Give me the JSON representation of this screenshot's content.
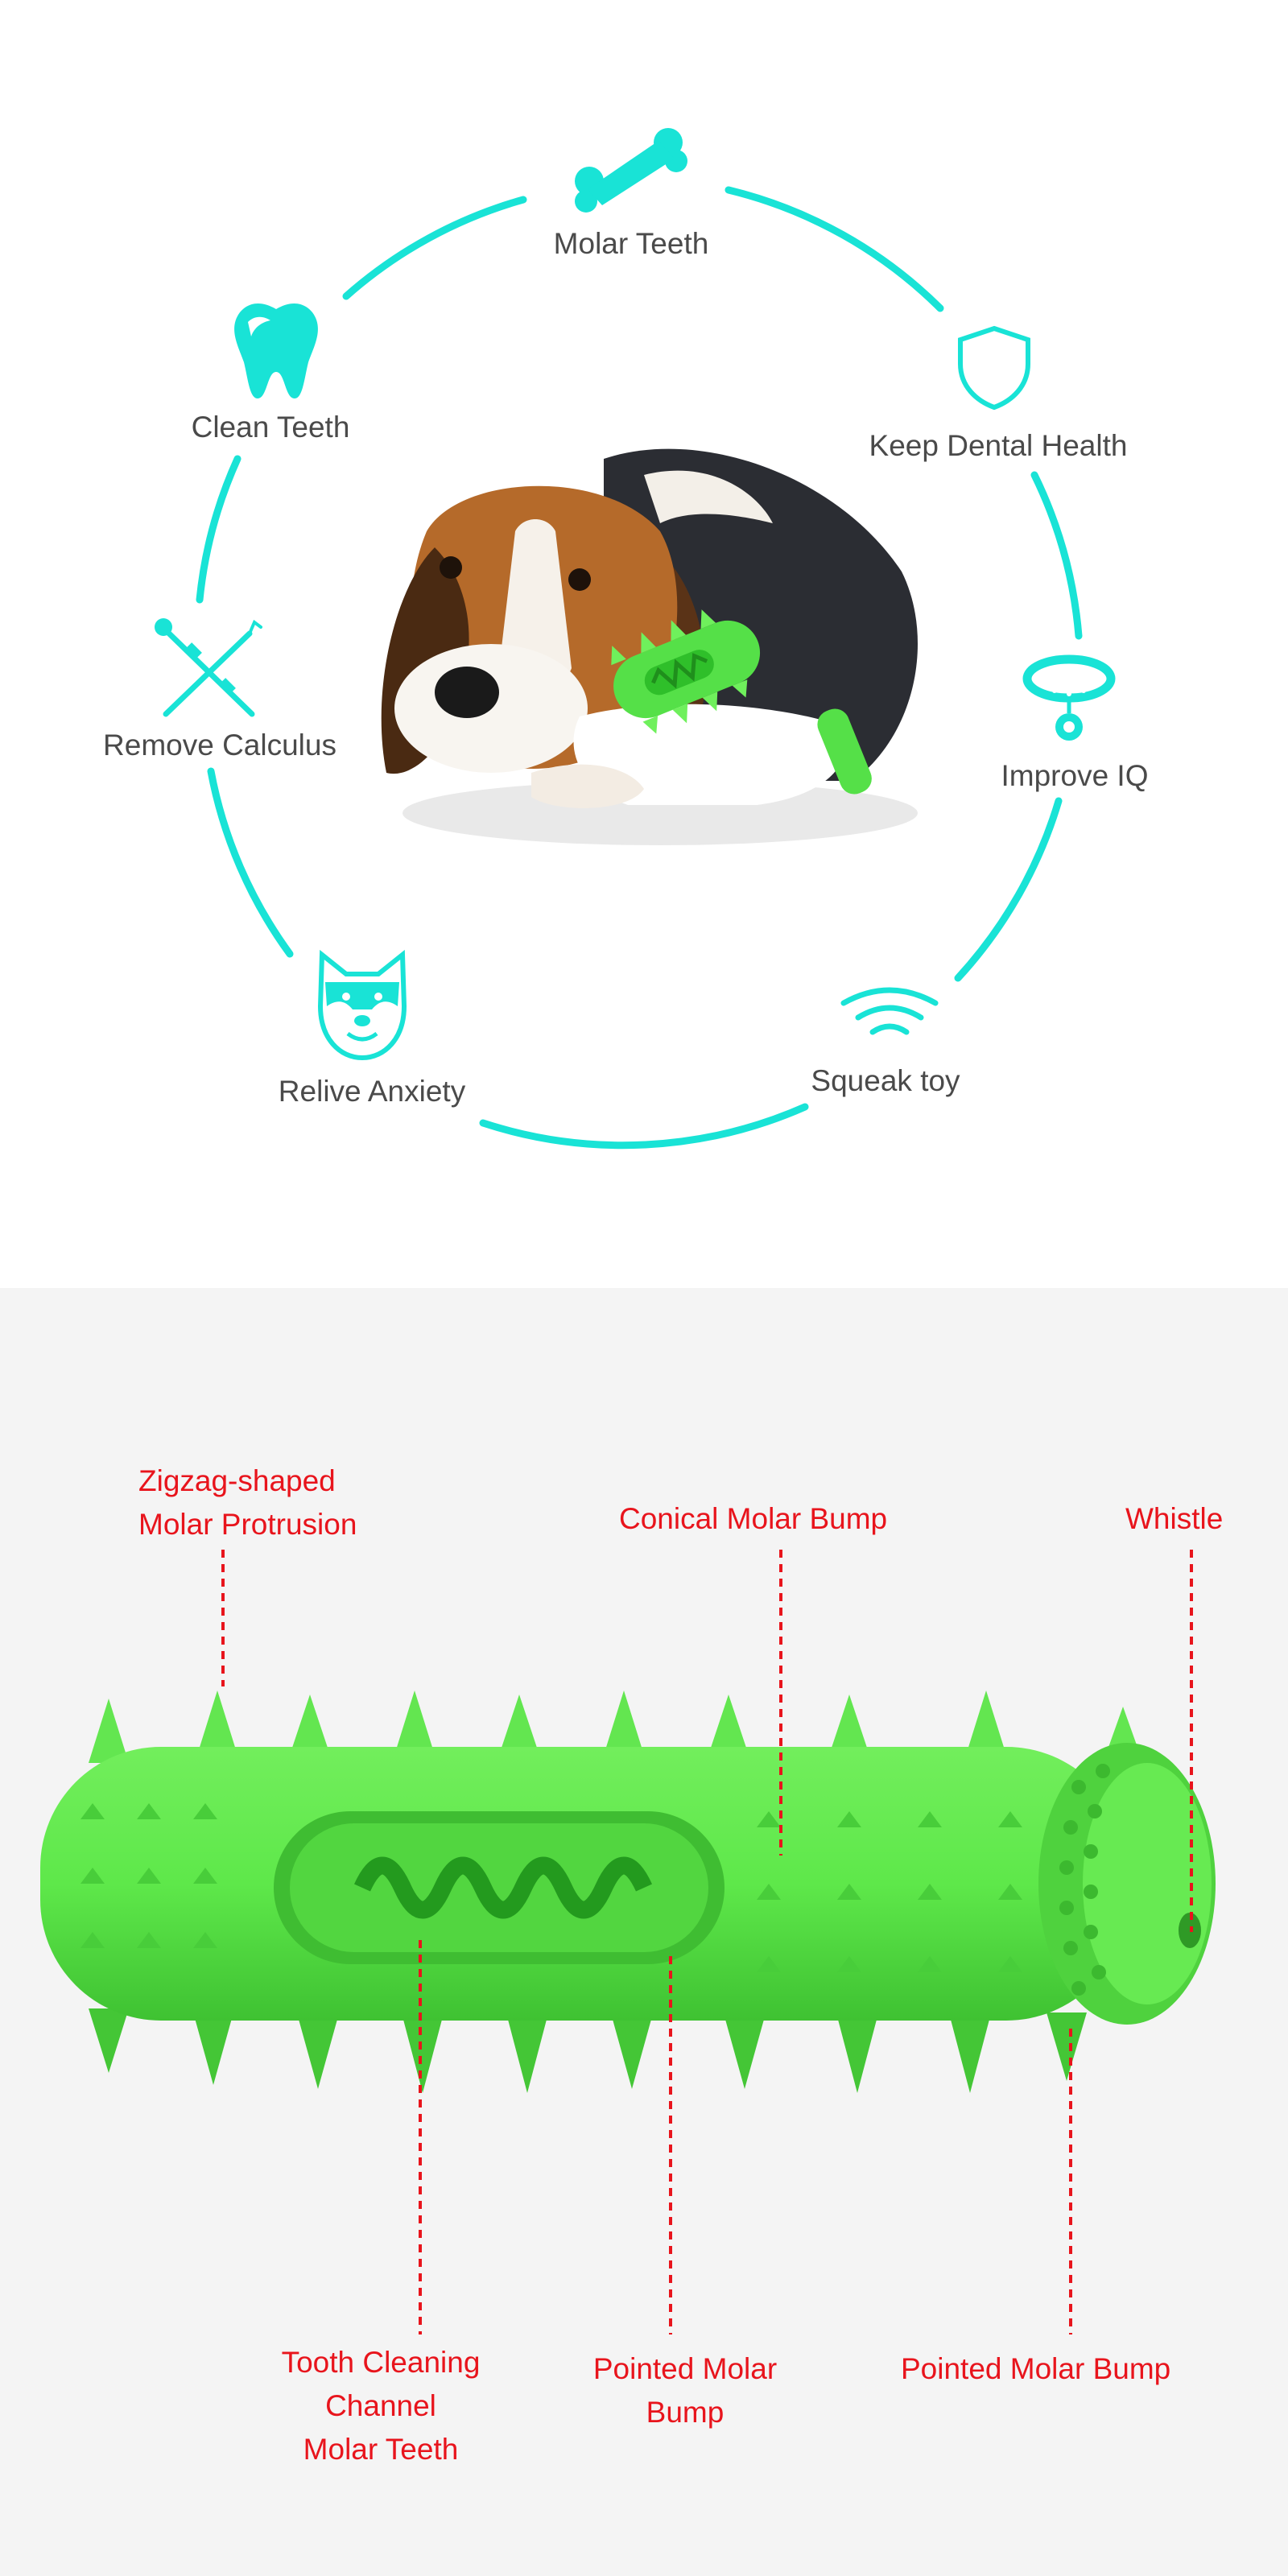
{
  "features": {
    "molar_teeth": "Molar Teeth",
    "clean_teeth": "Clean Teeth",
    "keep_dental_health": "Keep Dental Health",
    "remove_calculus": "Remove Calculus",
    "improve_iq": "Improve IQ",
    "relive_anxiety": "Relive Anxiety",
    "squeak_toy": "Squeak toy"
  },
  "icons": {
    "molar_teeth": "bone-icon",
    "clean_teeth": "tooth-icon",
    "keep_dental_health": "shield-icon",
    "remove_calculus": "dental-tools-icon",
    "improve_iq": "pet-collar-icon",
    "relive_anxiety": "dog-face-icon",
    "squeak_toy": "sound-waves-icon"
  },
  "callouts": {
    "zigzag": [
      "Zigzag-shaped",
      "Molar Protrusion"
    ],
    "conical": [
      "Conical Molar Bump"
    ],
    "whistle": [
      "Whistle"
    ],
    "tooth_cleaning": [
      "Tooth Cleaning",
      "Channel",
      "Molar Teeth"
    ],
    "pointed_mid": [
      "Pointed Molar",
      "Bump"
    ],
    "pointed_right": [
      "Pointed Molar Bump"
    ]
  },
  "colors": {
    "accent": "#19e3d6",
    "label_text": "#4a4a4a",
    "callout_red": "#e8141c",
    "toy_green": "#5ee84a",
    "panel_bg": "#f4f4f4"
  }
}
